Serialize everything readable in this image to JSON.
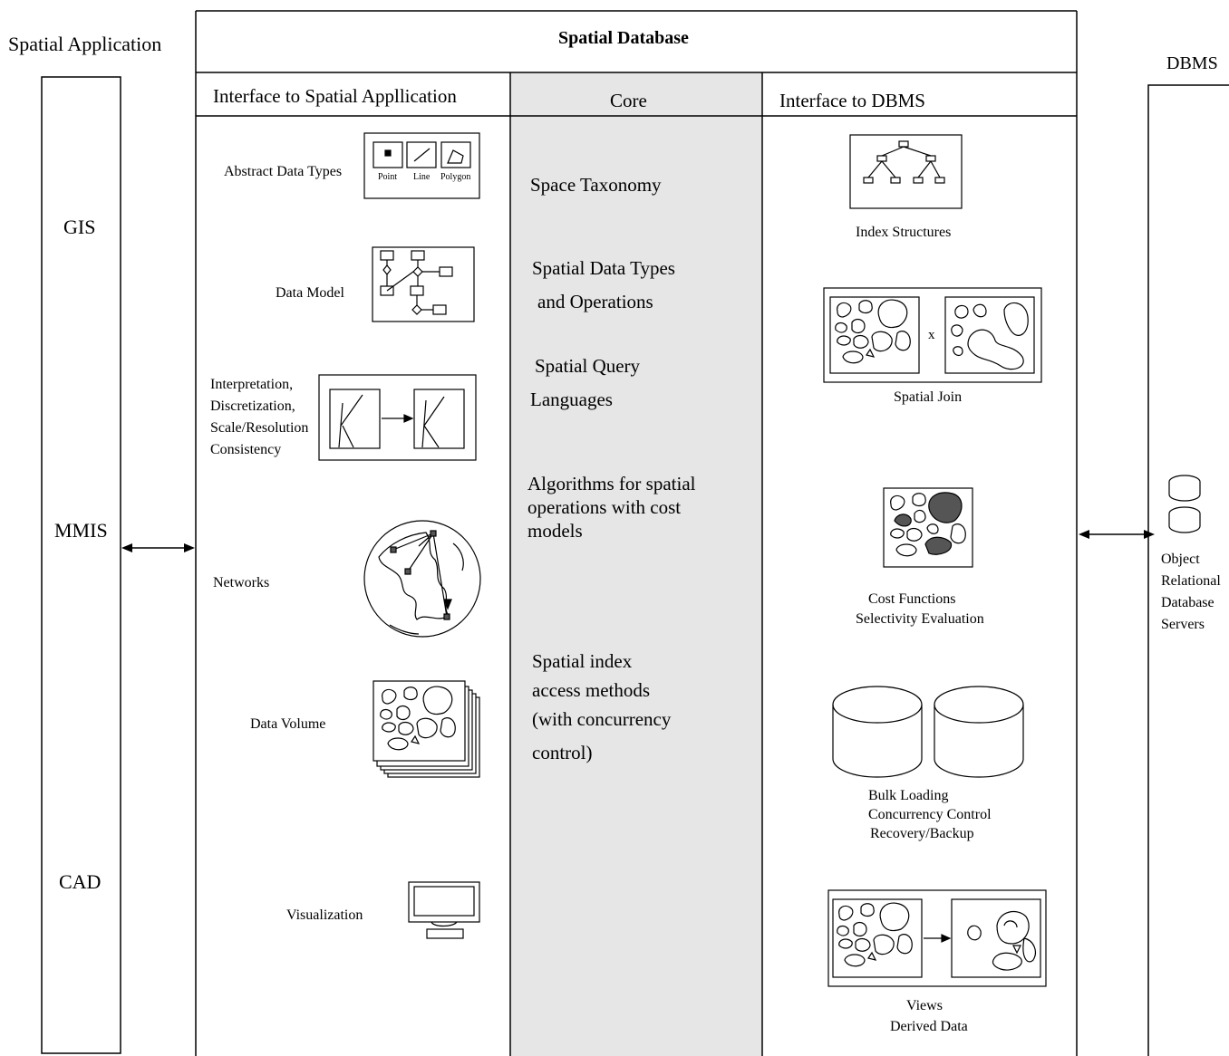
{
  "left_column": {
    "title": "Spatial Application",
    "items": [
      "GIS",
      "MMIS",
      "CAD"
    ]
  },
  "spatial_database": {
    "title": "Spatial Database",
    "interface_app": {
      "header": "Interface to Spatial Appllication",
      "abstract_data_types": {
        "label": "Abstract Data Types",
        "icons": [
          "Point",
          "Line",
          "Polygon"
        ]
      },
      "data_model": "Data Model",
      "interpretation": [
        "Interpretation,",
        "Discretization,",
        "Scale/Resolution",
        "Consistency"
      ],
      "networks": "Networks",
      "data_volume": "Data Volume",
      "visualization": "Visualization"
    },
    "core": {
      "header": "Core",
      "space_taxonomy": "Space Taxonomy",
      "data_types": [
        "Spatial Data Types",
        "and Operations"
      ],
      "query_languages": [
        "Spatial Query",
        "Languages"
      ],
      "algorithms": [
        "Algorithms for spatial",
        "operations with cost",
        "models"
      ],
      "index_methods": [
        "Spatial index",
        "access methods",
        "(with concurrency",
        "control)"
      ]
    },
    "interface_dbms": {
      "header": "Interface to DBMS",
      "index_structures": "Index Structures",
      "spatial_join": "Spatial Join",
      "join_symbol": "x",
      "cost_functions": [
        "Cost Functions",
        "Selectivity Evaluation"
      ],
      "bulk_loading": [
        "Bulk Loading",
        "Concurrency Control",
        "Recovery/Backup"
      ],
      "views": [
        "Views",
        "Derived Data"
      ]
    }
  },
  "right_column": {
    "title": "DBMS",
    "servers": [
      "Object",
      "Relational",
      "Database",
      "Servers"
    ]
  },
  "colors": {
    "core_fill": "#e6e6e6",
    "line": "#000000",
    "dark_blob": "#555555"
  }
}
